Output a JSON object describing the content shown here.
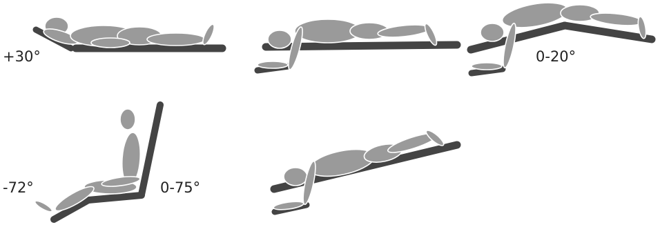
{
  "labels": {
    "lying_flat_incline": "+30°",
    "prone_tilt_range": "0-20°",
    "sitting_leg_angle": "-72°",
    "sitting_back_range": "0-75°"
  },
  "colors": {
    "body": "#9a9a9a",
    "bed": "#444444",
    "outline": "#ffffff",
    "text": "#222222"
  }
}
